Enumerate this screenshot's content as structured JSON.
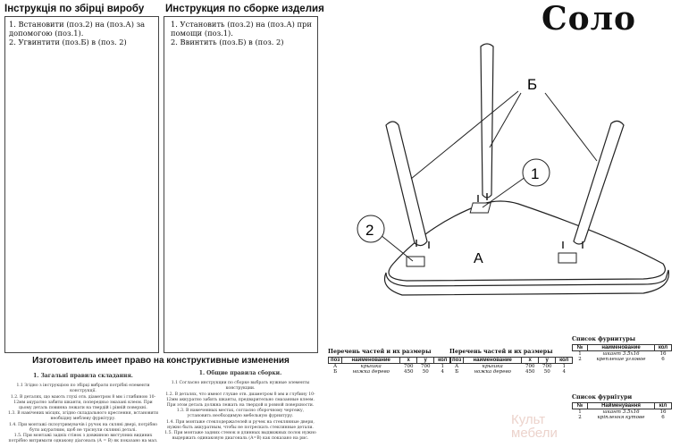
{
  "ua": {
    "title": "Інструкція по збірці виробу",
    "steps": [
      "1. Встановити (поз.2) на (поз.А) за допомогою (поз.1).",
      "2. Угвинтити (поз.Б) в (поз. 2)"
    ]
  },
  "ru": {
    "title": "Инструкция по сборке изделия",
    "steps": [
      "1. Установить (поз.2) на (поз.А) при помощи (поз.1).",
      "2. Ввинтить (поз.Б) в (поз. 2)"
    ]
  },
  "logo": "Соло",
  "drawing": {
    "label_b": "Б",
    "label_a": "А",
    "callout_1": "1",
    "callout_2": "2"
  },
  "manufacturer_note": "Изготовитель имеет право на конструктивные изменения",
  "rules_ua": {
    "title": "1. Загальні правила складання.",
    "lines": [
      "1.1 Згідно з інструкцією по збірці вибрати потрібні елементи конструкції.",
      "1.2. В деталях, що мають глухі отв. діаметром 8 мм і глибиною 10-12мм акуратно забити шканти, попередньо змазані клеєм. При цьому деталь повинна лежати на твердій і рівній поверхні.",
      "1.3. В намічених місцях, згідно складального креслення, встановити необхідну меблеву фурнітуру.",
      "1.4. При монтажі склоутримувачів і ручок на скляні двері, потрібно бути акуратним, щоб не тріснули склянні деталі.",
      "1.5. При монтажі задніх стінок з довжиною виступних видиних потрібно витримати однакову діагональ (А = В) як показано на мал."
    ]
  },
  "rules_ru": {
    "title": "1. Общие правила сборки.",
    "lines": [
      "1.1 Согласно инструкции по сборке выбрать нужные элементы конструкции.",
      "1.2. В деталях, что имеют глухие отв. диаметром 8 мм и глубину 10-12мм аккуратно забить шканты, предварительно смазанные клеем. При этом деталь должна лежать на твердой и ровной поверхности.",
      "1.3. В намеченных местах, согласно сборочному чертежу, установить необходимую мебельную фурнитуру.",
      "1.4. При монтаже стеклодержателей и ручек на стеклянные двери, нужно быть аккуратным, чтобы не потрескать стеклянные детали.",
      "1.5. При монтаже задних стенок и длинных выдвижных полок нужно выдержать одинаковую диагональ (А=В) как показано на рис."
    ]
  },
  "parts_tables": [
    {
      "caption": "Перечень частей и их размеры",
      "headers": [
        "поз",
        "наименование",
        "х",
        "у",
        "кол"
      ],
      "rows": [
        [
          "А",
          "крышка",
          "700",
          "700",
          "1"
        ],
        [
          "Б",
          "ножка дерево",
          "450",
          "50",
          "4"
        ]
      ]
    },
    {
      "caption": "Перечень частей и их размеры",
      "headers": [
        "поз",
        "наименование",
        "х",
        "у",
        "кол"
      ],
      "rows": [
        [
          "А",
          "крышка",
          "700",
          "700",
          "1"
        ],
        [
          "Б",
          "ножка дерево",
          "450",
          "50",
          "4"
        ]
      ]
    }
  ],
  "hardware_tables": [
    {
      "caption": "Список фурнитуры",
      "headers": [
        "№",
        "наименование",
        "кол"
      ],
      "rows": [
        [
          "1",
          "шкант 3.5х16",
          "16"
        ],
        [
          "2",
          "крепление угловое",
          "6"
        ]
      ]
    },
    {
      "caption": "Список фурнітури",
      "headers": [
        "№",
        "Найменування",
        "кіл"
      ],
      "rows": [
        [
          "1",
          "шкант 3.5х16",
          "16"
        ],
        [
          "2",
          "кріплення кутове",
          "6"
        ]
      ]
    }
  ],
  "watermark": [
    "Культ",
    "мебели"
  ]
}
